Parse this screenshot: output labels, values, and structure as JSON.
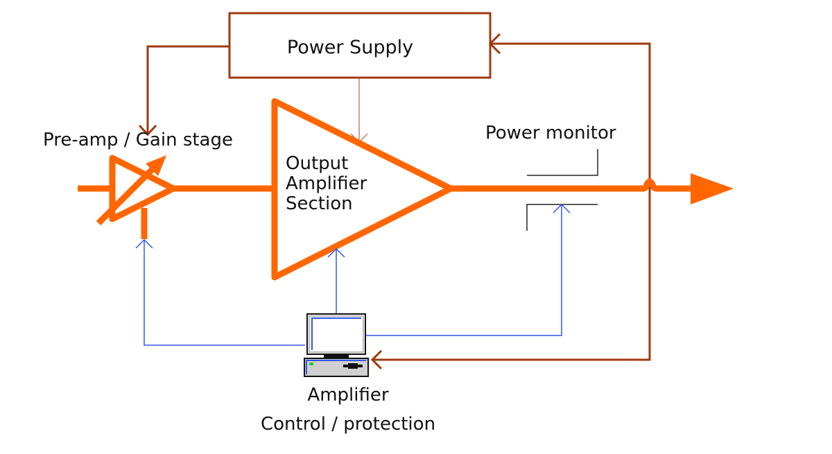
{
  "diagram": {
    "colors": {
      "signal": "#ff6600",
      "power": "#a0380f",
      "control": "#3355ee",
      "monitor": "#222222"
    },
    "blocks": {
      "power_supply": {
        "label": "Power Supply"
      },
      "preamp": {
        "label": "Pre-amp / Gain stage"
      },
      "output_amp": {
        "label_lines": [
          "Output",
          "Amplifier",
          "Section"
        ]
      },
      "power_monitor": {
        "label": "Power monitor"
      },
      "controller": {
        "label_lines": [
          "Amplifier",
          "Control / protection"
        ]
      }
    },
    "icons": {
      "controller": "computer-icon",
      "output": "arrow-right-icon"
    }
  }
}
